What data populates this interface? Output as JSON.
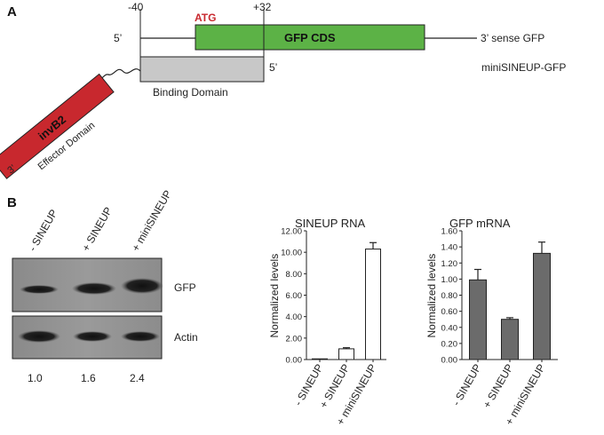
{
  "panel_a": {
    "letter": "A",
    "pos_left": "-40",
    "pos_right": "+32",
    "atg": "ATG",
    "five_prime": "5’",
    "three_prime_sense": "3’ sense GFP",
    "gfp_cds": "GFP CDS",
    "five_prime_binding": "5’",
    "mini_label": "miniSINEUP-GFP",
    "binding_domain": "Binding Domain",
    "invb2": "invB2",
    "effector_domain": "Effector Domain",
    "three_prime_effector": "3’",
    "colors": {
      "gfp": "#5cb246",
      "binding": "#c8c8c8",
      "effector": "#c8282e",
      "atg": "#c8282e"
    }
  },
  "panel_b": {
    "letter": "B",
    "blot": {
      "lanes": [
        "- SINEUP",
        "+ SINEUP",
        "+ miniSINEUP"
      ],
      "rows": [
        "GFP",
        "Actin"
      ],
      "quantification": [
        "1.0",
        "1.6",
        "2.4"
      ]
    }
  },
  "chart_data": [
    {
      "type": "bar",
      "title": "SINEUP RNA",
      "ylabel": "Normalized levels",
      "categories": [
        "- SINEUP",
        "+ SINEUP",
        "+ miniSINEUP"
      ],
      "values": [
        0.0,
        1.0,
        10.3
      ],
      "errors": [
        0.0,
        0.1,
        0.6
      ],
      "ylim": [
        0,
        12
      ],
      "yticks": [
        "0.00",
        "2.00",
        "4.00",
        "6.00",
        "8.00",
        "10.00",
        "12.00"
      ],
      "bar_color": "#ffffff"
    },
    {
      "type": "bar",
      "title": "GFP mRNA",
      "ylabel": "Normalized levels",
      "categories": [
        "- SINEUP",
        "+ SINEUP",
        "+ miniSINEUP"
      ],
      "values": [
        0.99,
        0.5,
        1.32
      ],
      "errors": [
        0.13,
        0.02,
        0.14
      ],
      "ylim": [
        0,
        1.6
      ],
      "yticks": [
        "0.00",
        "0.20",
        "0.40",
        "0.60",
        "0.80",
        "1.00",
        "1.20",
        "1.40",
        "1.60"
      ],
      "bar_color": "#6b6b6b"
    }
  ]
}
